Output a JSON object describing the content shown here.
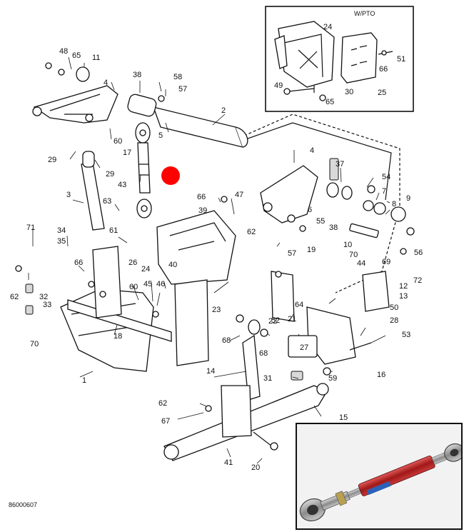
{
  "inset": {
    "title": "W/PTO",
    "labels": [
      "24",
      "51",
      "66",
      "49",
      "30",
      "65",
      "25"
    ]
  },
  "drawing_number": "86000607",
  "highlight_color": "#ff0000",
  "callouts": {
    "c48": "48",
    "c65a": "65",
    "c11": "11",
    "c4a": "4",
    "c38": "38",
    "c58": "58",
    "c57a": "57",
    "c2": "2",
    "c5": "5",
    "c60a": "60",
    "c17": "17",
    "c29a": "29",
    "c29b": "29",
    "c43": "43",
    "c3": "3",
    "c63": "63",
    "c4b": "4",
    "c37": "37",
    "c54": "54",
    "c7": "7",
    "c8": "8",
    "c9": "9",
    "c66a": "66",
    "c47": "47",
    "c39": "39",
    "c62a": "62",
    "c6": "6",
    "c55": "55",
    "c38b": "38",
    "c19": "19",
    "c10": "10",
    "c70a": "70",
    "c44": "44",
    "c69": "69",
    "c56": "56",
    "c72": "72",
    "c71": "71",
    "c34": "34",
    "c35": "35",
    "c61": "61",
    "c26": "26",
    "c24": "24",
    "c40": "40",
    "c57b": "57",
    "c12": "12",
    "c13": "13",
    "c66b": "66",
    "c62b": "62",
    "c32": "32",
    "c33": "33",
    "c60b": "60",
    "c45": "45",
    "c46": "46",
    "c23": "23",
    "c22": "22",
    "c64": "64",
    "c50": "50",
    "c28": "28",
    "c70b": "70",
    "c18": "18",
    "c52": "52",
    "c21": "21",
    "c68a": "68",
    "c68b": "68",
    "c27": "27",
    "c53": "53",
    "c1": "1",
    "c14": "14",
    "c59": "59",
    "c16": "16",
    "c31": "31",
    "c62c": "62",
    "c67": "67",
    "c15": "15",
    "c41": "41",
    "c20": "20"
  }
}
